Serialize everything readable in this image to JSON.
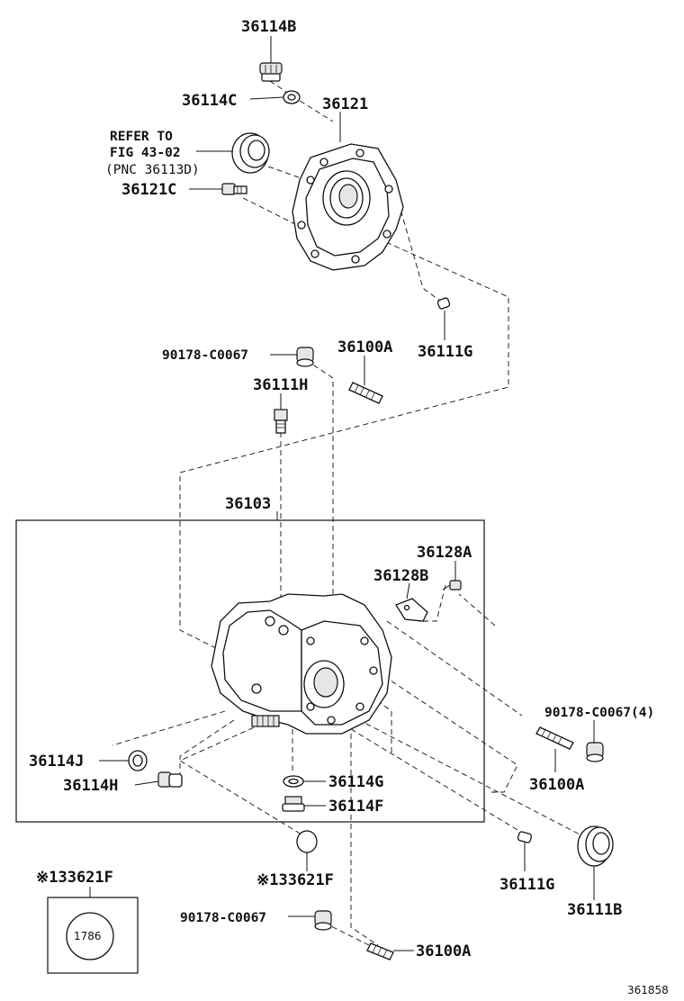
{
  "diagram": {
    "labels": {
      "p36114B_top": "36114B",
      "p36114C": "36114C",
      "p36121": "36121",
      "refer_line1": "REFER TO",
      "refer_line2": "FIG 43-02",
      "refer_line3": "(PNC 36113D)",
      "p36121C": "36121C",
      "p90178_mid": "90178-C0067",
      "p36100A_top": "36100A",
      "p36111G_top": "36111G",
      "p36111H": "36111H",
      "p36103": "36103",
      "p36128A": "36128A",
      "p36128B": "36128B",
      "p90178_right": "90178-C0067(4)",
      "p36114J": "36114J",
      "p36100A_right": "36100A",
      "p36114H": "36114H",
      "p36114G": "36114G",
      "p36114F": "36114F",
      "p33621F_left": "※133621F",
      "p33621F_mid": "※133621F",
      "p36111G_bottom": "36111G",
      "p36111B": "36111B",
      "p90178_bottom": "90178-C0067",
      "p36100A_bottom": "36100A",
      "plug_marking": "1786",
      "figure_code": "361858"
    }
  }
}
